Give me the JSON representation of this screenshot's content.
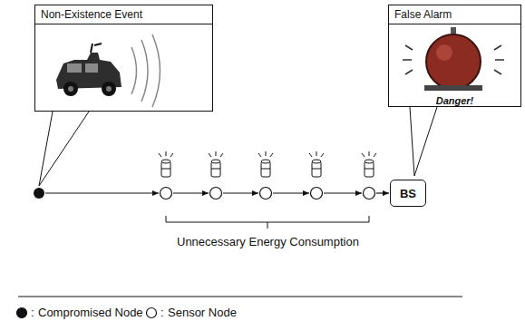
{
  "diagram": {
    "nodes": [
      {
        "text": [
          "Non-Existence Event"
        ]
      },
      {
        "text": [
          "BS"
        ]
      },
      {
        "text": [
          "False Alarm",
          "Danger!"
        ]
      }
    ],
    "labels": [
      "Unnecessary Energy Consumption",
      ":",
      ":"
    ],
    "legend": [
      {
        "text": "Compromised Node"
      },
      {
        "text": "Sensor Node"
      }
    ]
  }
}
